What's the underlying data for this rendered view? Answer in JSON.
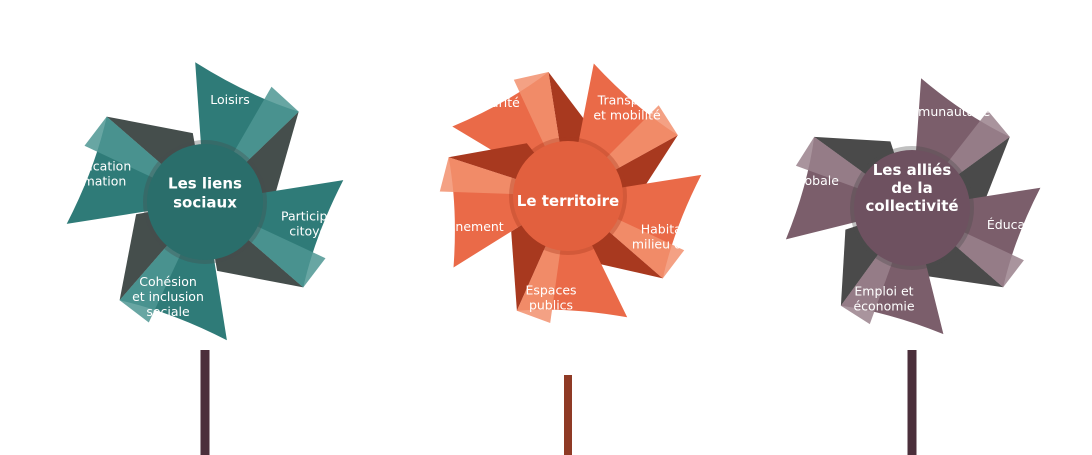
{
  "pinwheels": [
    {
      "center": [
        "Les liens",
        "sociaux"
      ],
      "colors": {
        "face": "#2f7b78",
        "light": "#4e9693",
        "shadow": "#454e4c",
        "stick": "#4b2f3b",
        "center": "#2a6e6b"
      },
      "petals": [
        {
          "lines": [
            "Loisirs"
          ]
        },
        {
          "lines": [
            "Participation",
            "citoyenne"
          ]
        },
        {
          "lines": [
            "Cohésion",
            "et inclusion",
            "sociale"
          ]
        },
        {
          "lines": [
            "Communication",
            "et information"
          ]
        }
      ]
    },
    {
      "center": [
        "Le territoire"
      ],
      "colors": {
        "face": "#ea6a48",
        "light": "#f2906e",
        "shadow": "#a8391f",
        "stick": "#8f3a25",
        "center": "#e2603e"
      },
      "petals": [
        {
          "lines": [
            "Sécurité"
          ]
        },
        {
          "lines": [
            "Transport",
            "et mobilité"
          ]
        },
        {
          "lines": [
            "Habitat et",
            "milieu de vie"
          ]
        },
        {
          "lines": [
            "Espaces",
            "publics"
          ]
        },
        {
          "lines": [
            "Environnement"
          ]
        }
      ]
    },
    {
      "center": [
        "Les alliés",
        "de la",
        "collectivité"
      ],
      "colors": {
        "face": "#7b5e6b",
        "light": "#9a818c",
        "shadow": "#4a4a4a",
        "stick": "#4b2f3b",
        "center": "#6e5160"
      },
      "petals": [
        {
          "lines": [
            "Communautaire"
          ]
        },
        {
          "lines": [
            "Éducation"
          ]
        },
        {
          "lines": [
            "Emploi et",
            "économie"
          ]
        },
        {
          "lines": [
            "Santé globale"
          ]
        }
      ]
    }
  ]
}
